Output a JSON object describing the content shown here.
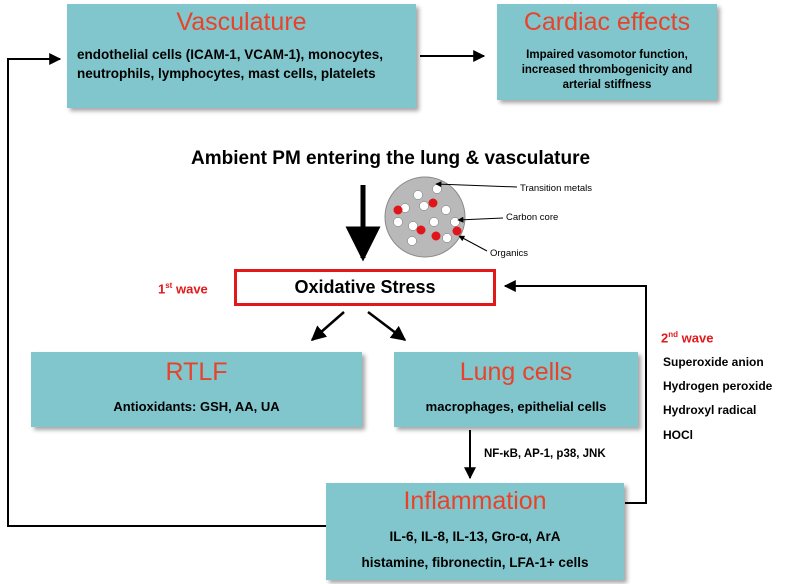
{
  "vasculature": {
    "title": "Vasculature",
    "body": "endothelial cells (ICAM-1, VCAM-1), monocytes, neutrophils, lymphocytes, mast cells, platelets"
  },
  "cardiac": {
    "title": "Cardiac effects",
    "body": "Impaired vasomotor function, increased thrombogenicity and arterial stiffness"
  },
  "ambient_heading": "Ambient PM entering the lung & vasculature",
  "particle": {
    "labels": [
      "Transition metals",
      "Carbon core",
      "Organics"
    ]
  },
  "first_wave": {
    "prefix": "1",
    "sup": "st",
    "suffix": " wave"
  },
  "oxidative_stress": "Oxidative Stress",
  "second_wave": {
    "prefix": "2",
    "sup": "nd",
    "suffix": " wave",
    "items": [
      "Superoxide anion",
      "Hydrogen peroxide",
      "Hydroxyl radical",
      "HOCl"
    ]
  },
  "rtlf": {
    "title": "RTLF",
    "body": "Antioxidants: GSH,  AA, UA"
  },
  "lung_cells": {
    "title": "Lung cells",
    "body": "macrophages, epithelial cells"
  },
  "pathway_label": "NF-κB, AP-1, p38, JNK",
  "inflammation": {
    "title": "Inflammation",
    "line1": "IL-6, IL-8, IL-13, Gro-α, ArA",
    "line2": "histamine, fibronectin, LFA-1+ cells"
  },
  "colors": {
    "box_fill": "#80c6cc",
    "title_red": "#e8432a",
    "wave_red": "#e1191b",
    "particle_red": "#e0141b"
  }
}
